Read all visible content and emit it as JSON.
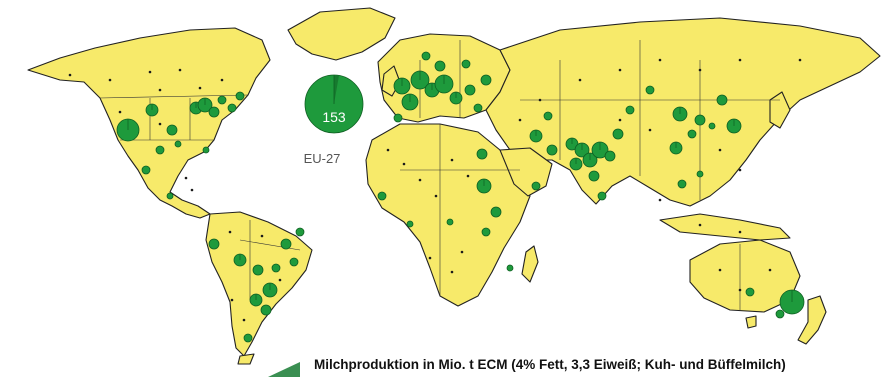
{
  "map": {
    "eu_total_value": "153",
    "eu_label": "EU-27",
    "legend_caption": "Milchproduktion in Mio. t ECM (4% Fett, 3,3 Eiweiß; Kuh- und Büffelmilch)"
  },
  "colors": {
    "land": "#f7ea6a",
    "pie": "#1e9a3c",
    "border": "#222222"
  }
}
